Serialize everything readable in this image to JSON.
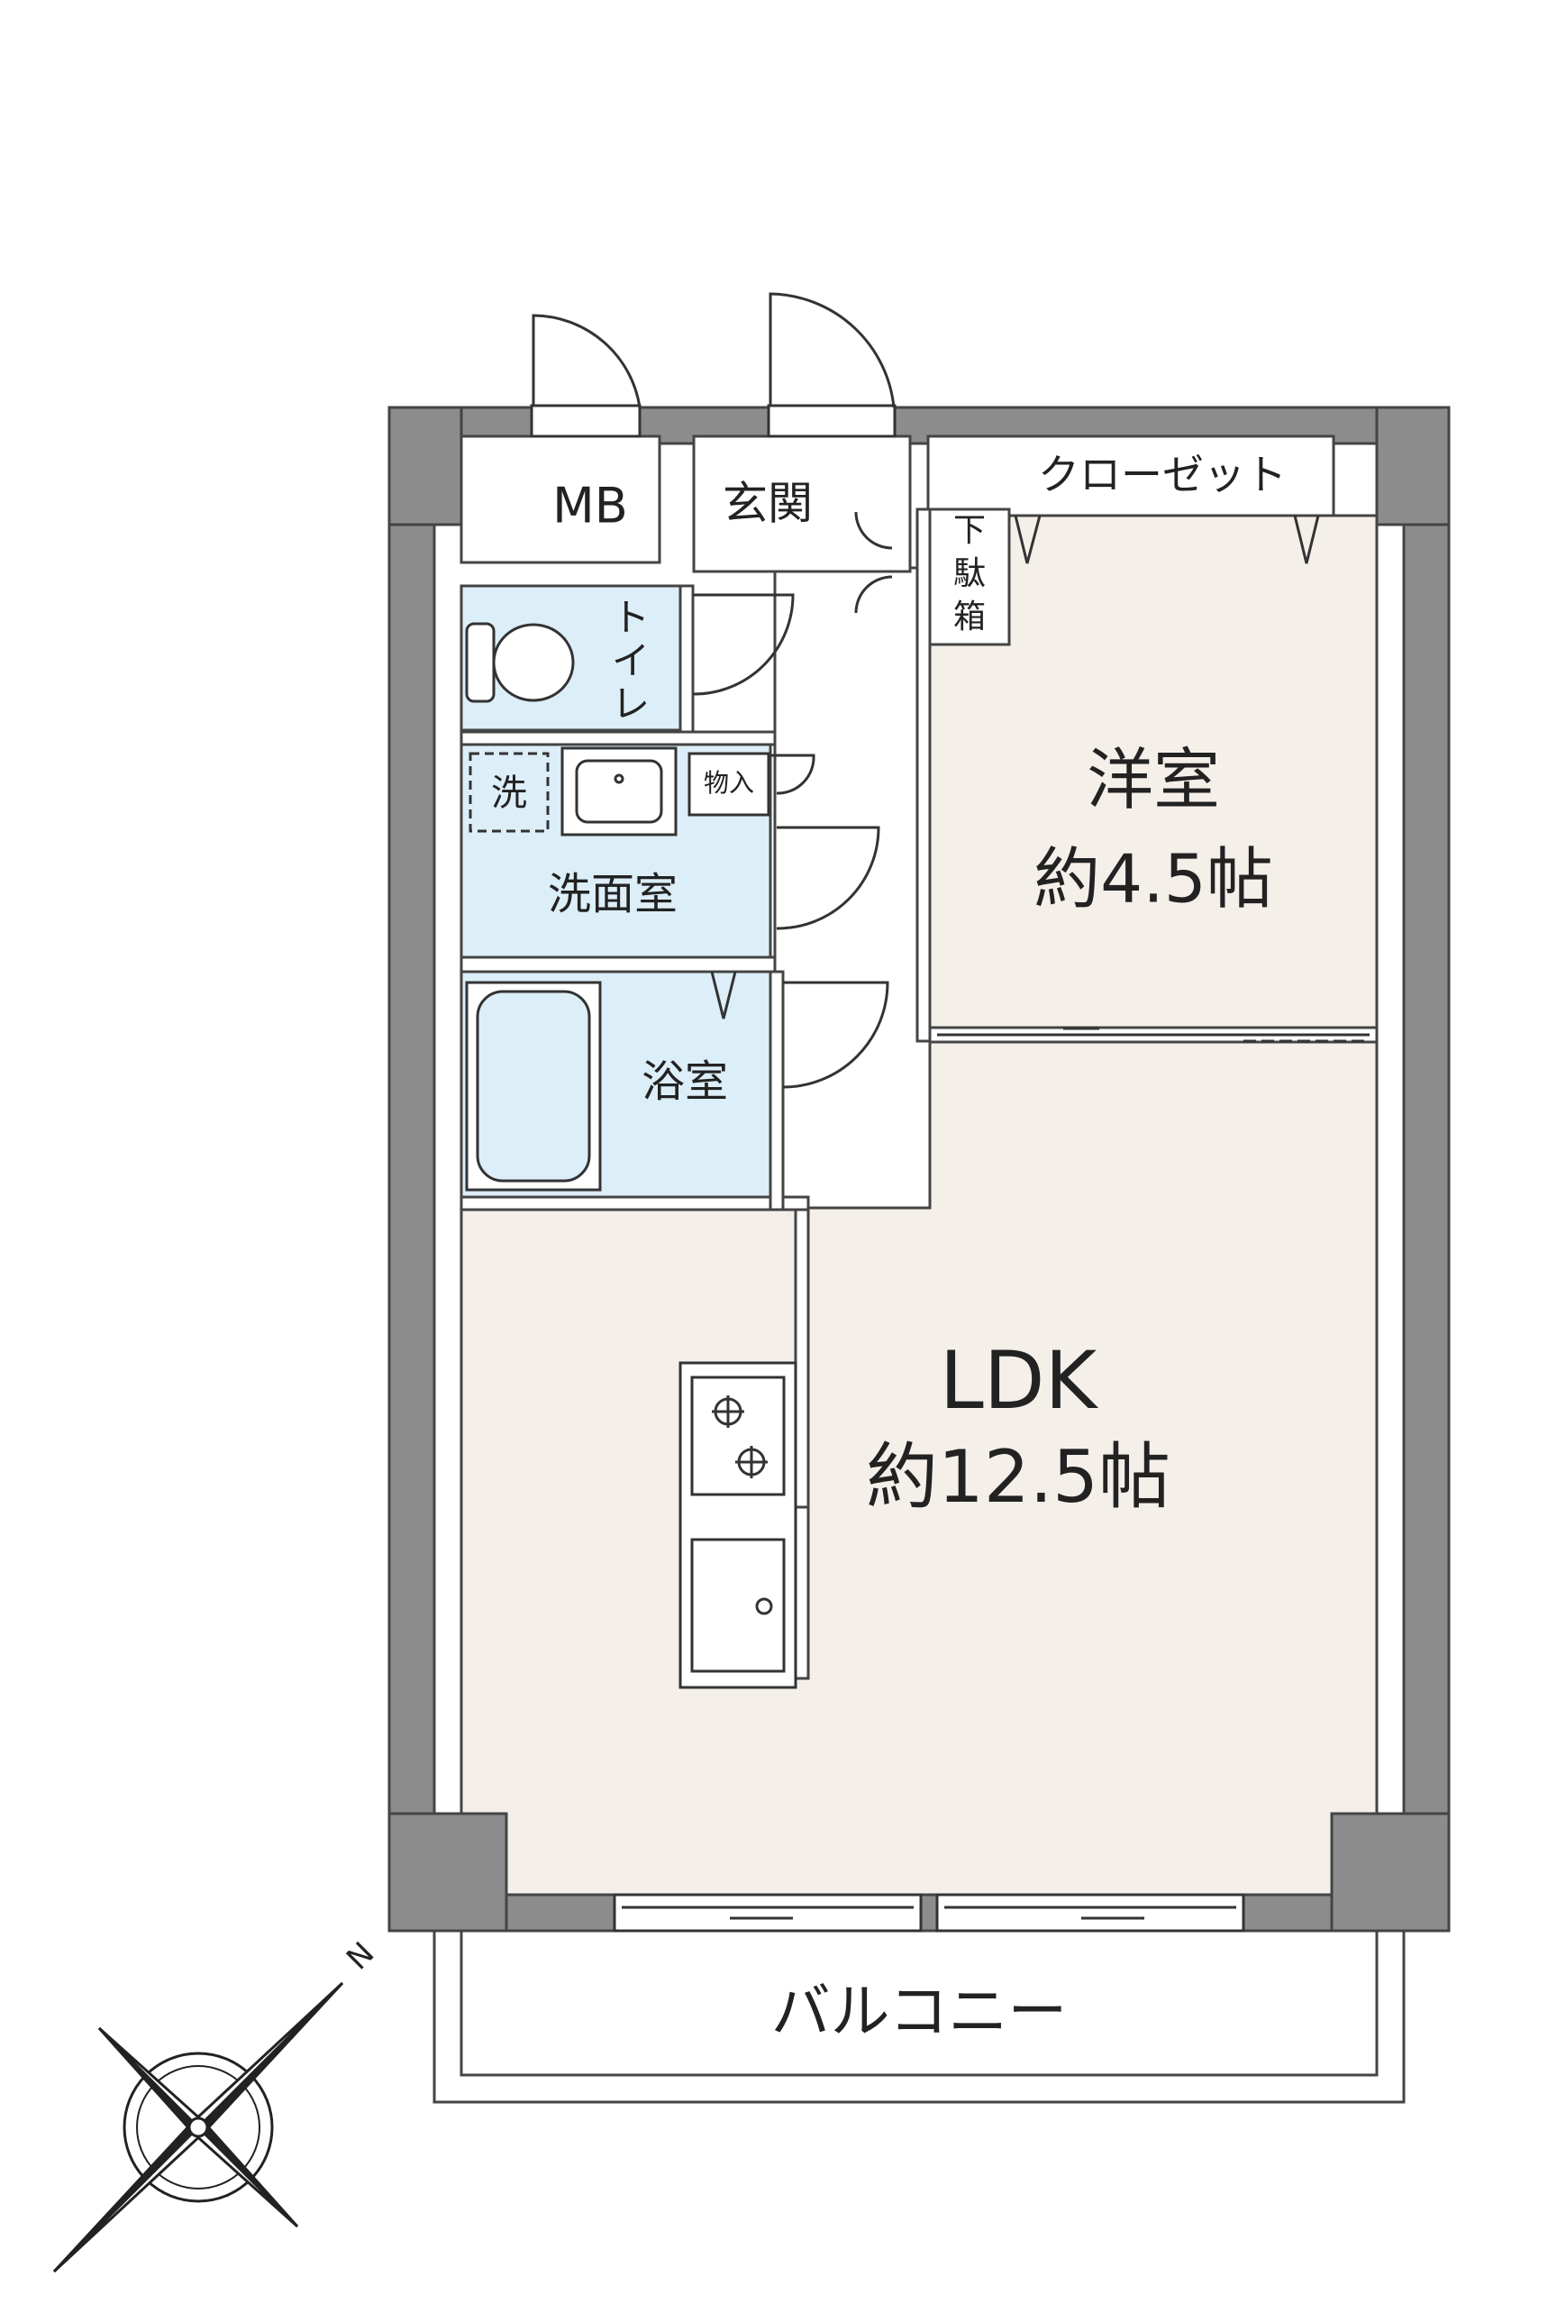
{
  "rooms": {
    "mb": "MB",
    "entrance": "玄関",
    "closet": "クローゼット",
    "shoe_box": [
      "下",
      "駄",
      "箱"
    ],
    "toilet": [
      "ト",
      "イ",
      "レ"
    ],
    "washer": "洗",
    "storage": "物入",
    "washroom": "洗面室",
    "bathroom": "浴室",
    "western_room": {
      "name": "洋室",
      "size": "約4.5帖"
    },
    "ldk": {
      "name": "LDK",
      "size": "約12.5帖"
    },
    "balcony": "バルコニー"
  },
  "compass": {
    "north": "N"
  },
  "colors": {
    "wall": "#8c8c8c",
    "room_fill": "#f5efea",
    "wet_area_fill": "#dceef8",
    "line": "#333333"
  }
}
